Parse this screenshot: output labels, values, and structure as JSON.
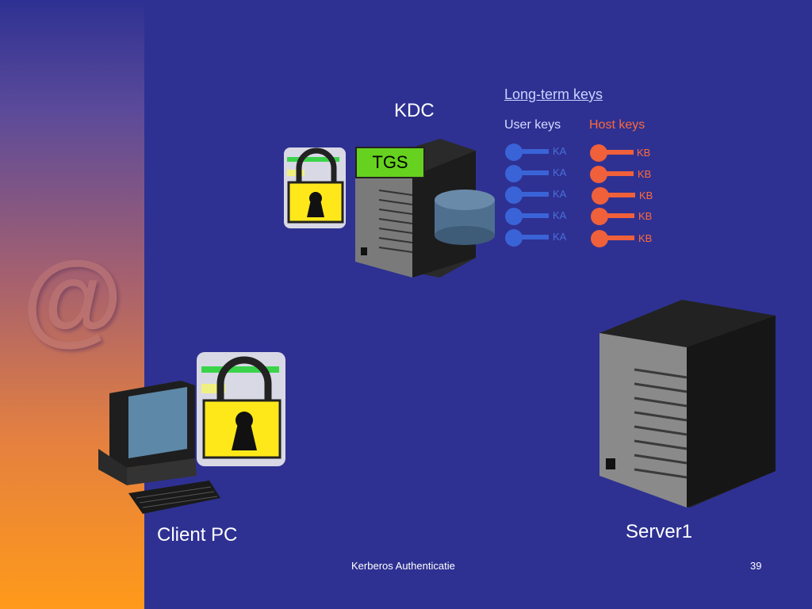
{
  "kdc_label": "KDC",
  "tgs_label": "TGS",
  "long_term_keys": "Long-term keys",
  "user_keys": "User keys",
  "host_keys": "Host keys",
  "ka_labels": [
    "KA",
    "KA",
    "KA",
    "KA",
    "KA"
  ],
  "kb_labels": [
    "KB",
    "KB",
    "KB",
    "KB",
    "KB"
  ],
  "client_label": "Client PC",
  "server_label": "Server1",
  "footer": "Kerberos Authenticatie",
  "page_number": "39",
  "colors": {
    "background": "#2e3192",
    "user_key": "#3a63d8",
    "host_key": "#f0603a",
    "tgs_box": "#66d11e"
  }
}
